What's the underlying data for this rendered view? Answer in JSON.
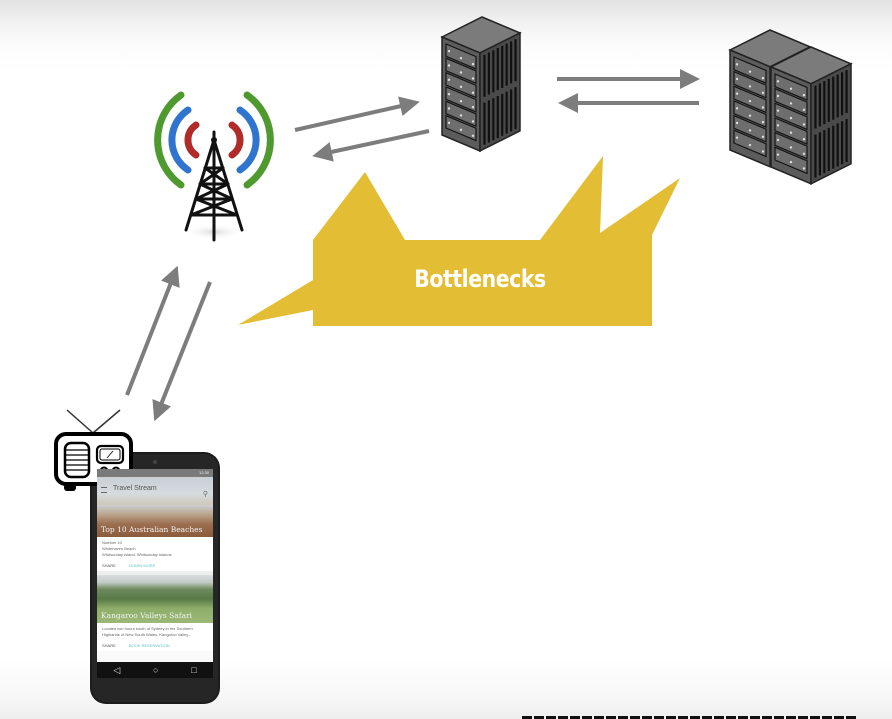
{
  "diagram": {
    "callout": {
      "label": "Bottlenecks",
      "color": "#e3bd33",
      "text_color": "#ffffff"
    },
    "nodes": [
      {
        "id": "cell-tower",
        "kind": "antenna-tower-icon",
        "label": ""
      },
      {
        "id": "server",
        "kind": "server-rack-icon",
        "label": ""
      },
      {
        "id": "server-cluster",
        "kind": "server-cluster-icon",
        "label": ""
      },
      {
        "id": "phone",
        "kind": "smartphone-icon",
        "label": ""
      },
      {
        "id": "radio",
        "kind": "radio-icon",
        "label": ""
      }
    ],
    "edges": [
      {
        "from": "cell-tower",
        "to": "server",
        "direction": "bidirectional"
      },
      {
        "from": "server",
        "to": "server-cluster",
        "direction": "bidirectional"
      },
      {
        "from": "phone",
        "to": "cell-tower",
        "direction": "bidirectional"
      }
    ],
    "colors": {
      "arrow": "#7d7d7d",
      "signal_inner": "#b22b2b",
      "signal_middle": "#2f74cf",
      "signal_outer": "#4f9a2e",
      "server_body": "#6b6b6b"
    }
  },
  "phone_screen": {
    "app_title": "Travel Stream",
    "status_time": "12:30",
    "cards": [
      {
        "title": "Top 10 Australian Beaches",
        "lines": [
          "Number 10",
          "Whitehaven Beach",
          "Whitsunday Island, Whitsunday Islands"
        ],
        "actions": [
          "SHARE",
          "LEARN MORE"
        ]
      },
      {
        "title": "Kangaroo Valleys Safari",
        "lines": [
          "Located two hours south of Sydney in the Southern",
          "Highlands of New South Wales, Kangaroo Valley..."
        ],
        "actions": [
          "SHARE",
          "BOOK RESERVATION"
        ]
      }
    ],
    "nav": {
      "back": "◁",
      "home": "○",
      "recents": "□"
    }
  }
}
